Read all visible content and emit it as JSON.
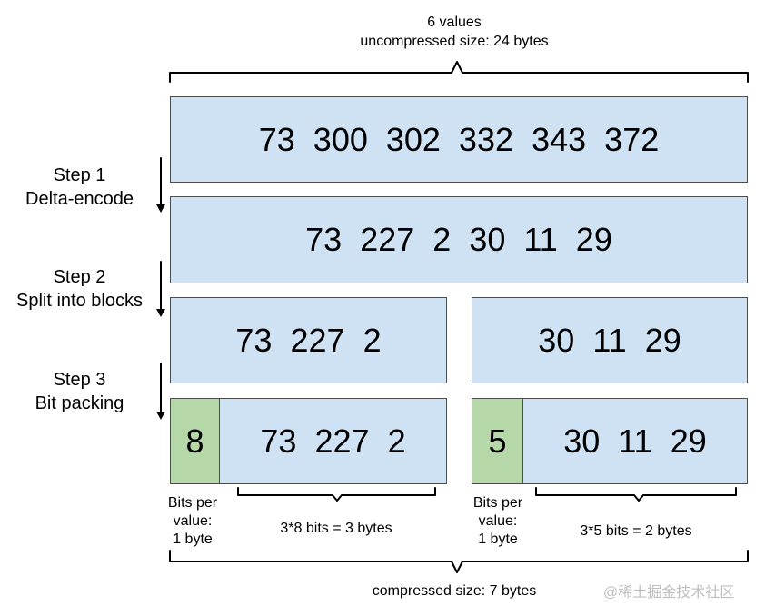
{
  "top": {
    "count_label": "6 values",
    "uncompressed_label": "uncompressed size: 24 bytes"
  },
  "rows": {
    "original": [
      "73",
      "300",
      "302",
      "332",
      "343",
      "372"
    ],
    "delta": [
      "73",
      "227",
      "2",
      "30",
      "11",
      "29"
    ],
    "block_left": [
      "73",
      "227",
      "2"
    ],
    "block_right": [
      "30",
      "11",
      "29"
    ],
    "packed_left": {
      "bits": "8",
      "values": [
        "73",
        "227",
        "2"
      ]
    },
    "packed_right": {
      "bits": "5",
      "values": [
        "30",
        "11",
        "29"
      ]
    }
  },
  "steps": [
    {
      "title": "Step 1",
      "subtitle": "Delta-encode"
    },
    {
      "title": "Step 2",
      "subtitle": "Split into blocks"
    },
    {
      "title": "Step 3",
      "subtitle": "Bit packing"
    }
  ],
  "annotations": {
    "bits_per_value_left": [
      "Bits per",
      "value:",
      "1 byte"
    ],
    "bits_per_value_right": [
      "Bits per",
      "value:",
      "1 byte"
    ],
    "left_packed_size": "3*8 bits = 3 bytes",
    "right_packed_size": "3*5 bits = 2 bytes",
    "compressed_size": "compressed size: 7 bytes"
  },
  "watermark": "@稀土掘金技术社区",
  "colors": {
    "blue_box": "#cfe2f3",
    "green_box": "#b6d7a8",
    "border": "#4d4d4d"
  }
}
